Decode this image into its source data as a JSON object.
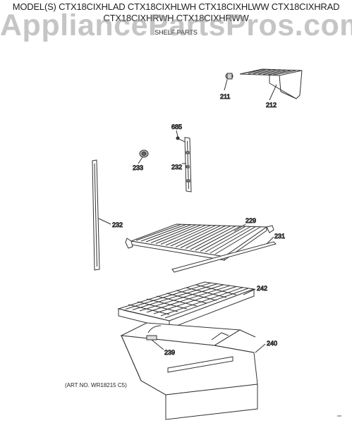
{
  "header": {
    "line1": "MODEL(S) CTX18CIXHLAD CTX18CIXHLWH CTX18CIXHLWW CTX18CIXHRAD",
    "line2": "CTX18CIXHRWH CTX18CIXHRWW",
    "subtitle": "SHELF PARTS"
  },
  "watermark": "AppliancePartsPros.com",
  "labels": {
    "p211": "211",
    "p212": "212",
    "p685": "685",
    "p233": "233",
    "p232a": "232",
    "p232b": "232",
    "p229": "229",
    "p231": "231",
    "p242": "242",
    "p239": "239",
    "p240": "240"
  },
  "art_no": "(ART NO. WR18215 C5)"
}
